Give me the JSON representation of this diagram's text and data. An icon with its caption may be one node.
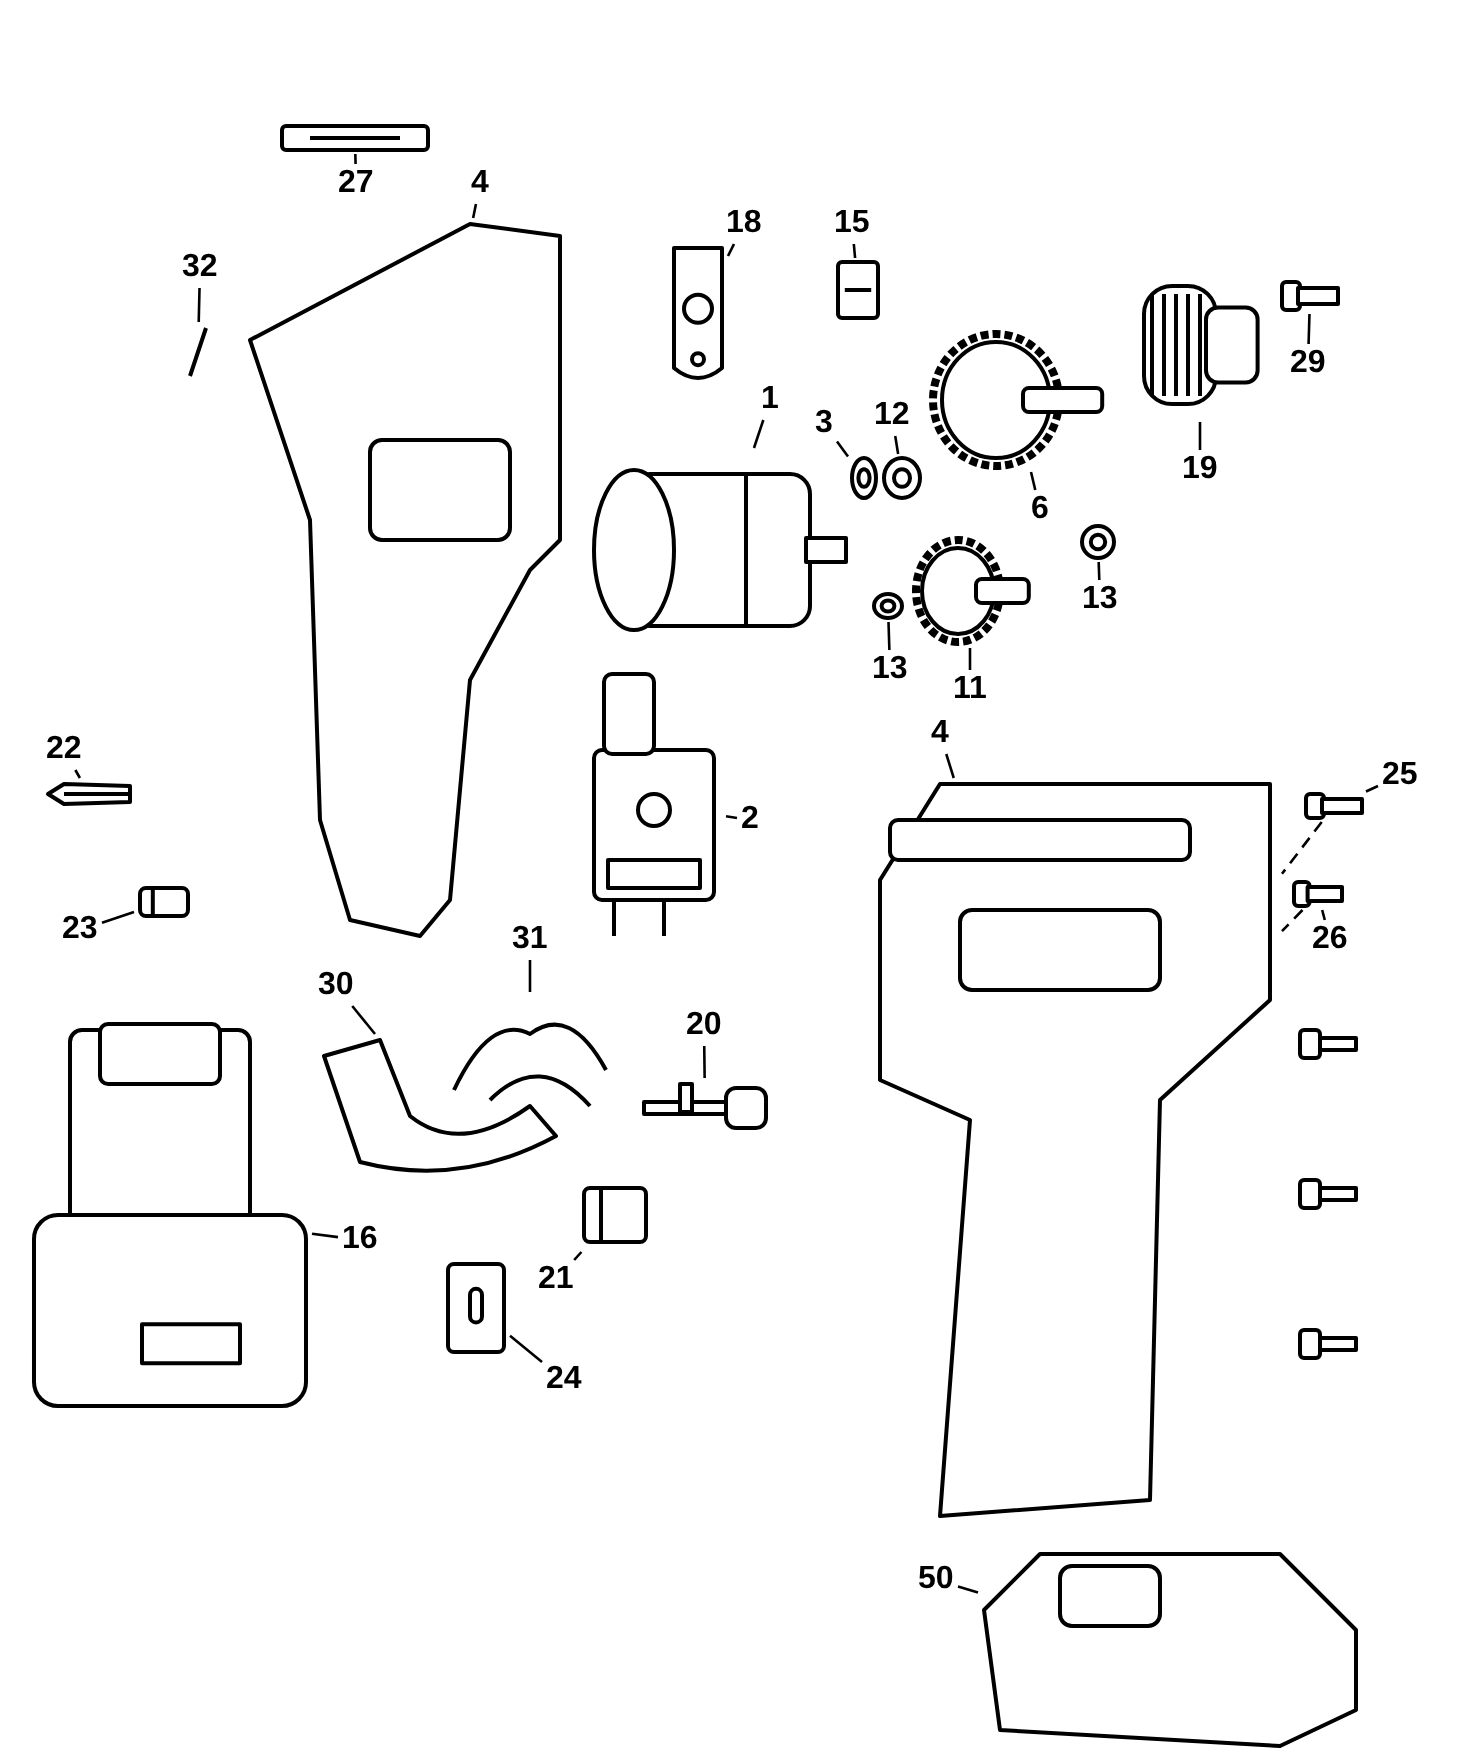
{
  "diagram": {
    "nodes": [
      {
        "text": [
          "27"
        ]
      },
      {
        "text": [],
        "shape": "picture"
      },
      {
        "text": [
          "4"
        ]
      },
      {
        "text": [],
        "shape": "picture"
      },
      {
        "text": [
          "32"
        ]
      },
      {
        "text": [],
        "shape": "picture"
      },
      {
        "text": [
          "18"
        ]
      },
      {
        "text": [],
        "shape": "picture"
      },
      {
        "text": [
          "15"
        ]
      },
      {
        "text": [],
        "shape": "picture"
      },
      {
        "text": [
          "29"
        ]
      },
      {
        "text": [],
        "shape": "picture"
      },
      {
        "text": [
          "3"
        ]
      },
      {
        "text": [],
        "shape": "picture"
      },
      {
        "text": [
          "12"
        ]
      },
      {
        "text": [],
        "shape": "picture"
      },
      {
        "text": [
          "1"
        ]
      },
      {
        "text": [],
        "shape": "picture"
      },
      {
        "text": [
          "6"
        ]
      },
      {
        "text": [],
        "shape": "picture"
      },
      {
        "text": [
          "19"
        ]
      },
      {
        "text": [],
        "shape": "picture"
      },
      {
        "text": [
          "13"
        ]
      },
      {
        "text": [],
        "shape": "picture"
      },
      {
        "text": [
          "13"
        ]
      },
      {
        "text": [],
        "shape": "picture"
      },
      {
        "text": [
          "11"
        ]
      },
      {
        "text": [],
        "shape": "picture"
      },
      {
        "text": [
          "4"
        ]
      },
      {
        "text": [],
        "shape": "picture"
      },
      {
        "text": [
          "25"
        ]
      },
      {
        "text": [],
        "shape": "picture"
      },
      {
        "text": [
          "22"
        ]
      },
      {
        "text": [],
        "shape": "picture"
      },
      {
        "text": [
          "2"
        ]
      },
      {
        "text": [],
        "shape": "picture"
      },
      {
        "text": [
          "23"
        ]
      },
      {
        "text": [],
        "shape": "picture"
      },
      {
        "text": [
          "26"
        ]
      },
      {
        "text": [],
        "shape": "picture"
      },
      {
        "text": [
          "31"
        ]
      },
      {
        "text": [],
        "shape": "picture"
      },
      {
        "text": [
          "30"
        ]
      },
      {
        "text": [],
        "shape": "picture"
      },
      {
        "text": [
          "20"
        ]
      },
      {
        "text": [],
        "shape": "picture"
      },
      {
        "text": [
          "16"
        ]
      },
      {
        "text": [],
        "shape": "picture"
      },
      {
        "text": [
          "21"
        ]
      },
      {
        "text": [],
        "shape": "picture"
      },
      {
        "text": [
          "24"
        ]
      },
      {
        "text": [],
        "shape": "picture"
      },
      {
        "text": [
          "50"
        ]
      },
      {
        "text": [],
        "shape": "picture"
      }
    ],
    "edges": [
      {
        "from": 0,
        "to": 1,
        "arrow": "none"
      },
      {
        "from": 2,
        "to": 3,
        "arrow": "none"
      },
      {
        "from": 4,
        "to": 5,
        "arrow": "none"
      },
      {
        "from": 6,
        "to": 7,
        "arrow": "none"
      },
      {
        "from": 8,
        "to": 9,
        "arrow": "none"
      },
      {
        "from": 10,
        "to": 11,
        "arrow": "none"
      },
      {
        "from": 12,
        "to": 13,
        "arrow": "none"
      },
      {
        "from": 14,
        "to": 15,
        "arrow": "none"
      },
      {
        "from": 16,
        "to": 17,
        "arrow": "none"
      },
      {
        "from": 18,
        "to": 19,
        "arrow": "none"
      },
      {
        "from": 20,
        "to": 21,
        "arrow": "none"
      },
      {
        "from": 22,
        "to": 23,
        "arrow": "none"
      },
      {
        "from": 24,
        "to": 25,
        "arrow": "none"
      },
      {
        "from": 26,
        "to": 27,
        "arrow": "none"
      },
      {
        "from": 28,
        "to": 29,
        "arrow": "none"
      },
      {
        "from": 30,
        "to": 31,
        "arrow": "none"
      },
      {
        "from": 32,
        "to": 33,
        "arrow": "none"
      },
      {
        "from": 34,
        "to": 35,
        "arrow": "none"
      },
      {
        "from": 36,
        "to": 37,
        "arrow": "none"
      },
      {
        "from": 38,
        "to": 39,
        "arrow": "none"
      },
      {
        "from": 40,
        "to": 41,
        "arrow": "none"
      },
      {
        "from": 42,
        "to": 43,
        "arrow": "none"
      },
      {
        "from": 44,
        "to": 45,
        "arrow": "none"
      },
      {
        "from": 46,
        "to": 47,
        "arrow": "none"
      },
      {
        "from": 48,
        "to": 49,
        "arrow": "none"
      },
      {
        "from": 50,
        "to": 51,
        "arrow": "none"
      },
      {
        "from": 52,
        "to": 53,
        "arrow": "none"
      },
      {
        "from": 31,
        "to": 29,
        "arrow": "none",
        "style": "dashed"
      },
      {
        "from": 39,
        "to": 29,
        "arrow": "none",
        "style": "dashed"
      }
    ]
  }
}
